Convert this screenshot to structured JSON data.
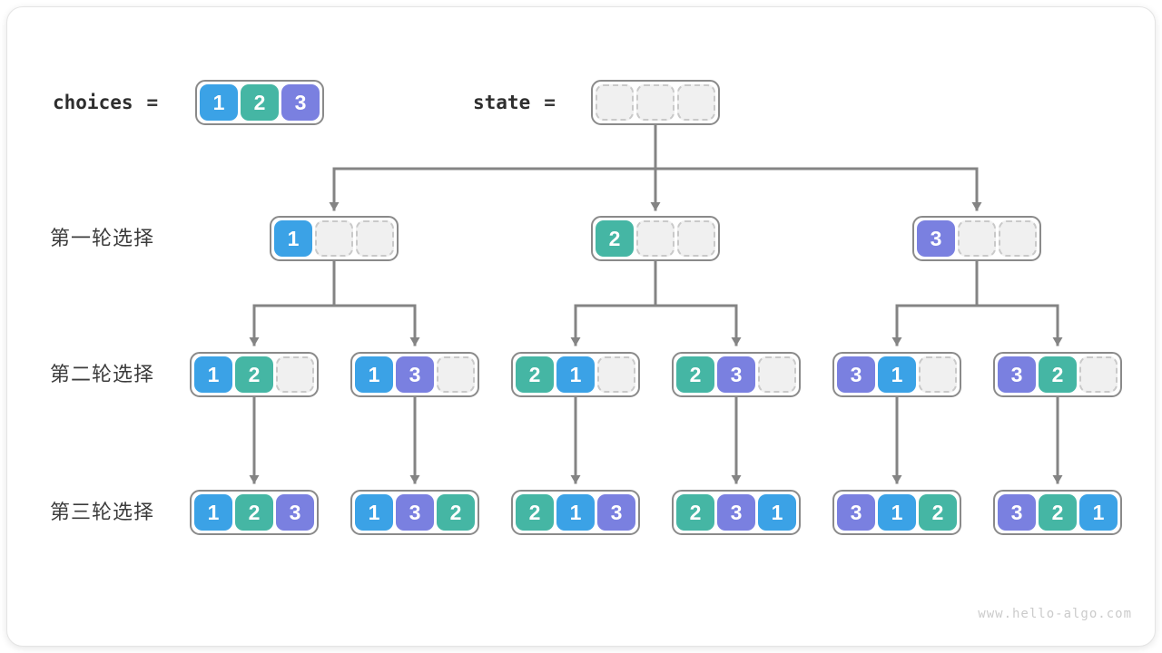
{
  "header": {
    "choices_label": "choices",
    "state_label": "state",
    "equals": "=",
    "choices_cells": [
      1,
      2,
      3
    ],
    "state_cells": [
      null,
      null,
      null
    ]
  },
  "rounds": [
    {
      "label": "第一轮选择",
      "boxes": [
        [
          1,
          null,
          null
        ],
        [
          2,
          null,
          null
        ],
        [
          3,
          null,
          null
        ]
      ]
    },
    {
      "label": "第二轮选择",
      "boxes": [
        [
          1,
          2,
          null
        ],
        [
          1,
          3,
          null
        ],
        [
          2,
          1,
          null
        ],
        [
          2,
          3,
          null
        ],
        [
          3,
          1,
          null
        ],
        [
          3,
          2,
          null
        ]
      ]
    },
    {
      "label": "第三轮选择",
      "boxes": [
        [
          1,
          2,
          3
        ],
        [
          1,
          3,
          2
        ],
        [
          2,
          1,
          3
        ],
        [
          2,
          3,
          1
        ],
        [
          3,
          1,
          2
        ],
        [
          3,
          2,
          1
        ]
      ]
    }
  ],
  "watermark": "www.hello-algo.com",
  "colors": {
    "value_colors": {
      "1": "#3BA2E6",
      "2": "#45B6A4",
      "3": "#7A80E0"
    },
    "arrow": "#848484",
    "box_border": "#8A8A8A",
    "empty_cell_bg": "#F0F0F0",
    "empty_cell_border": "#C9C9C9"
  }
}
